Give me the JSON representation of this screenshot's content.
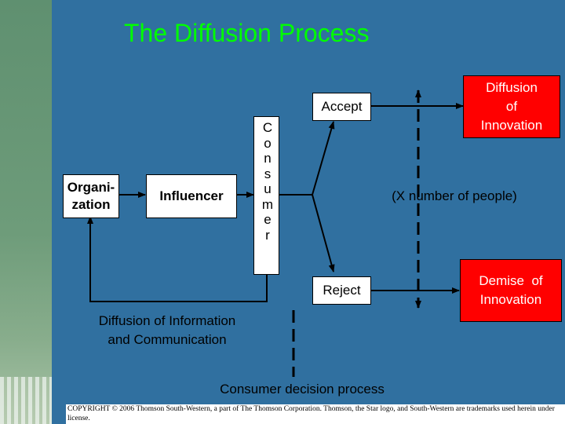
{
  "title": "The Diffusion Process",
  "nodes": {
    "organization": "Organi-\nzation",
    "influencer": "Influencer",
    "consumer_letters": [
      "C",
      "o",
      "n",
      "s",
      "u",
      "m",
      "e",
      "r"
    ],
    "accept": "Accept",
    "reject": "Reject",
    "diffusion_of_innovation": "Diffusion\nof\nInnovation",
    "demise_of_innovation": "Demise  of\nInnovation"
  },
  "labels": {
    "x_number": "(X number of people)",
    "diffusion_info": "Diffusion of Information\nand Communication",
    "consumer_decision": "Consumer decision process"
  },
  "footer": "COPYRIGHT © 2006 Thomson South-Western, a part of The Thomson Corporation. Thomson, the Star logo, and South-Western are trademarks used herein under license.",
  "colors": {
    "title": "#00ff00",
    "background": "#3070a0",
    "red_box": "#ff0000"
  }
}
